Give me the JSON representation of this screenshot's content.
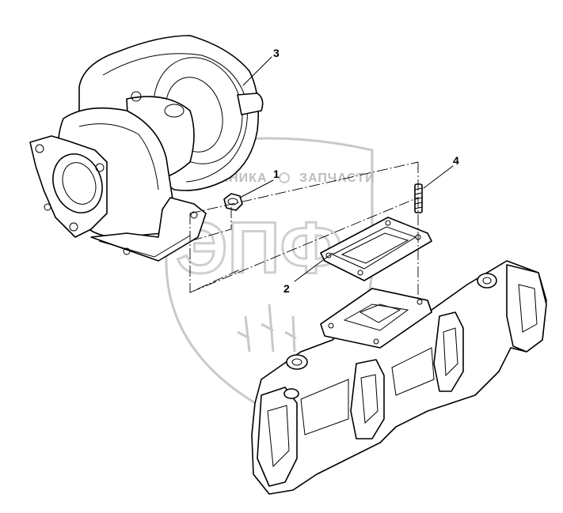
{
  "callouts": [
    {
      "id": "1",
      "text": "1"
    },
    {
      "id": "2",
      "text": "2"
    },
    {
      "id": "3",
      "text": "3"
    },
    {
      "id": "4",
      "text": "4"
    }
  ],
  "watermark": {
    "line1": "ТЕХНИКА",
    "line2": "ЗАПЧАСТИ",
    "logo": "ЭПФ"
  }
}
